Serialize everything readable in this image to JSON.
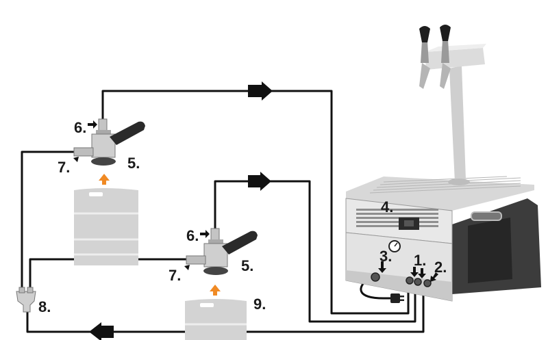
{
  "diagram": {
    "labels": {
      "l1": "1.",
      "l2": "2.",
      "l3": "3.",
      "l4": "4.",
      "l5a": "5.",
      "l5b": "5.",
      "l6a": "6.",
      "l6b": "6.",
      "l7a": "7.",
      "l7b": "7.",
      "l8": "8.",
      "l9": "9."
    },
    "colors": {
      "line": "#111111",
      "metal": "#c8c8c8",
      "metal_dark": "#8a8a8a",
      "cooler_body": "#e3e3e3",
      "cooler_side": "#3c3c3c",
      "handle": "#2a2a2a",
      "up_arrow": "#f08a24"
    }
  }
}
